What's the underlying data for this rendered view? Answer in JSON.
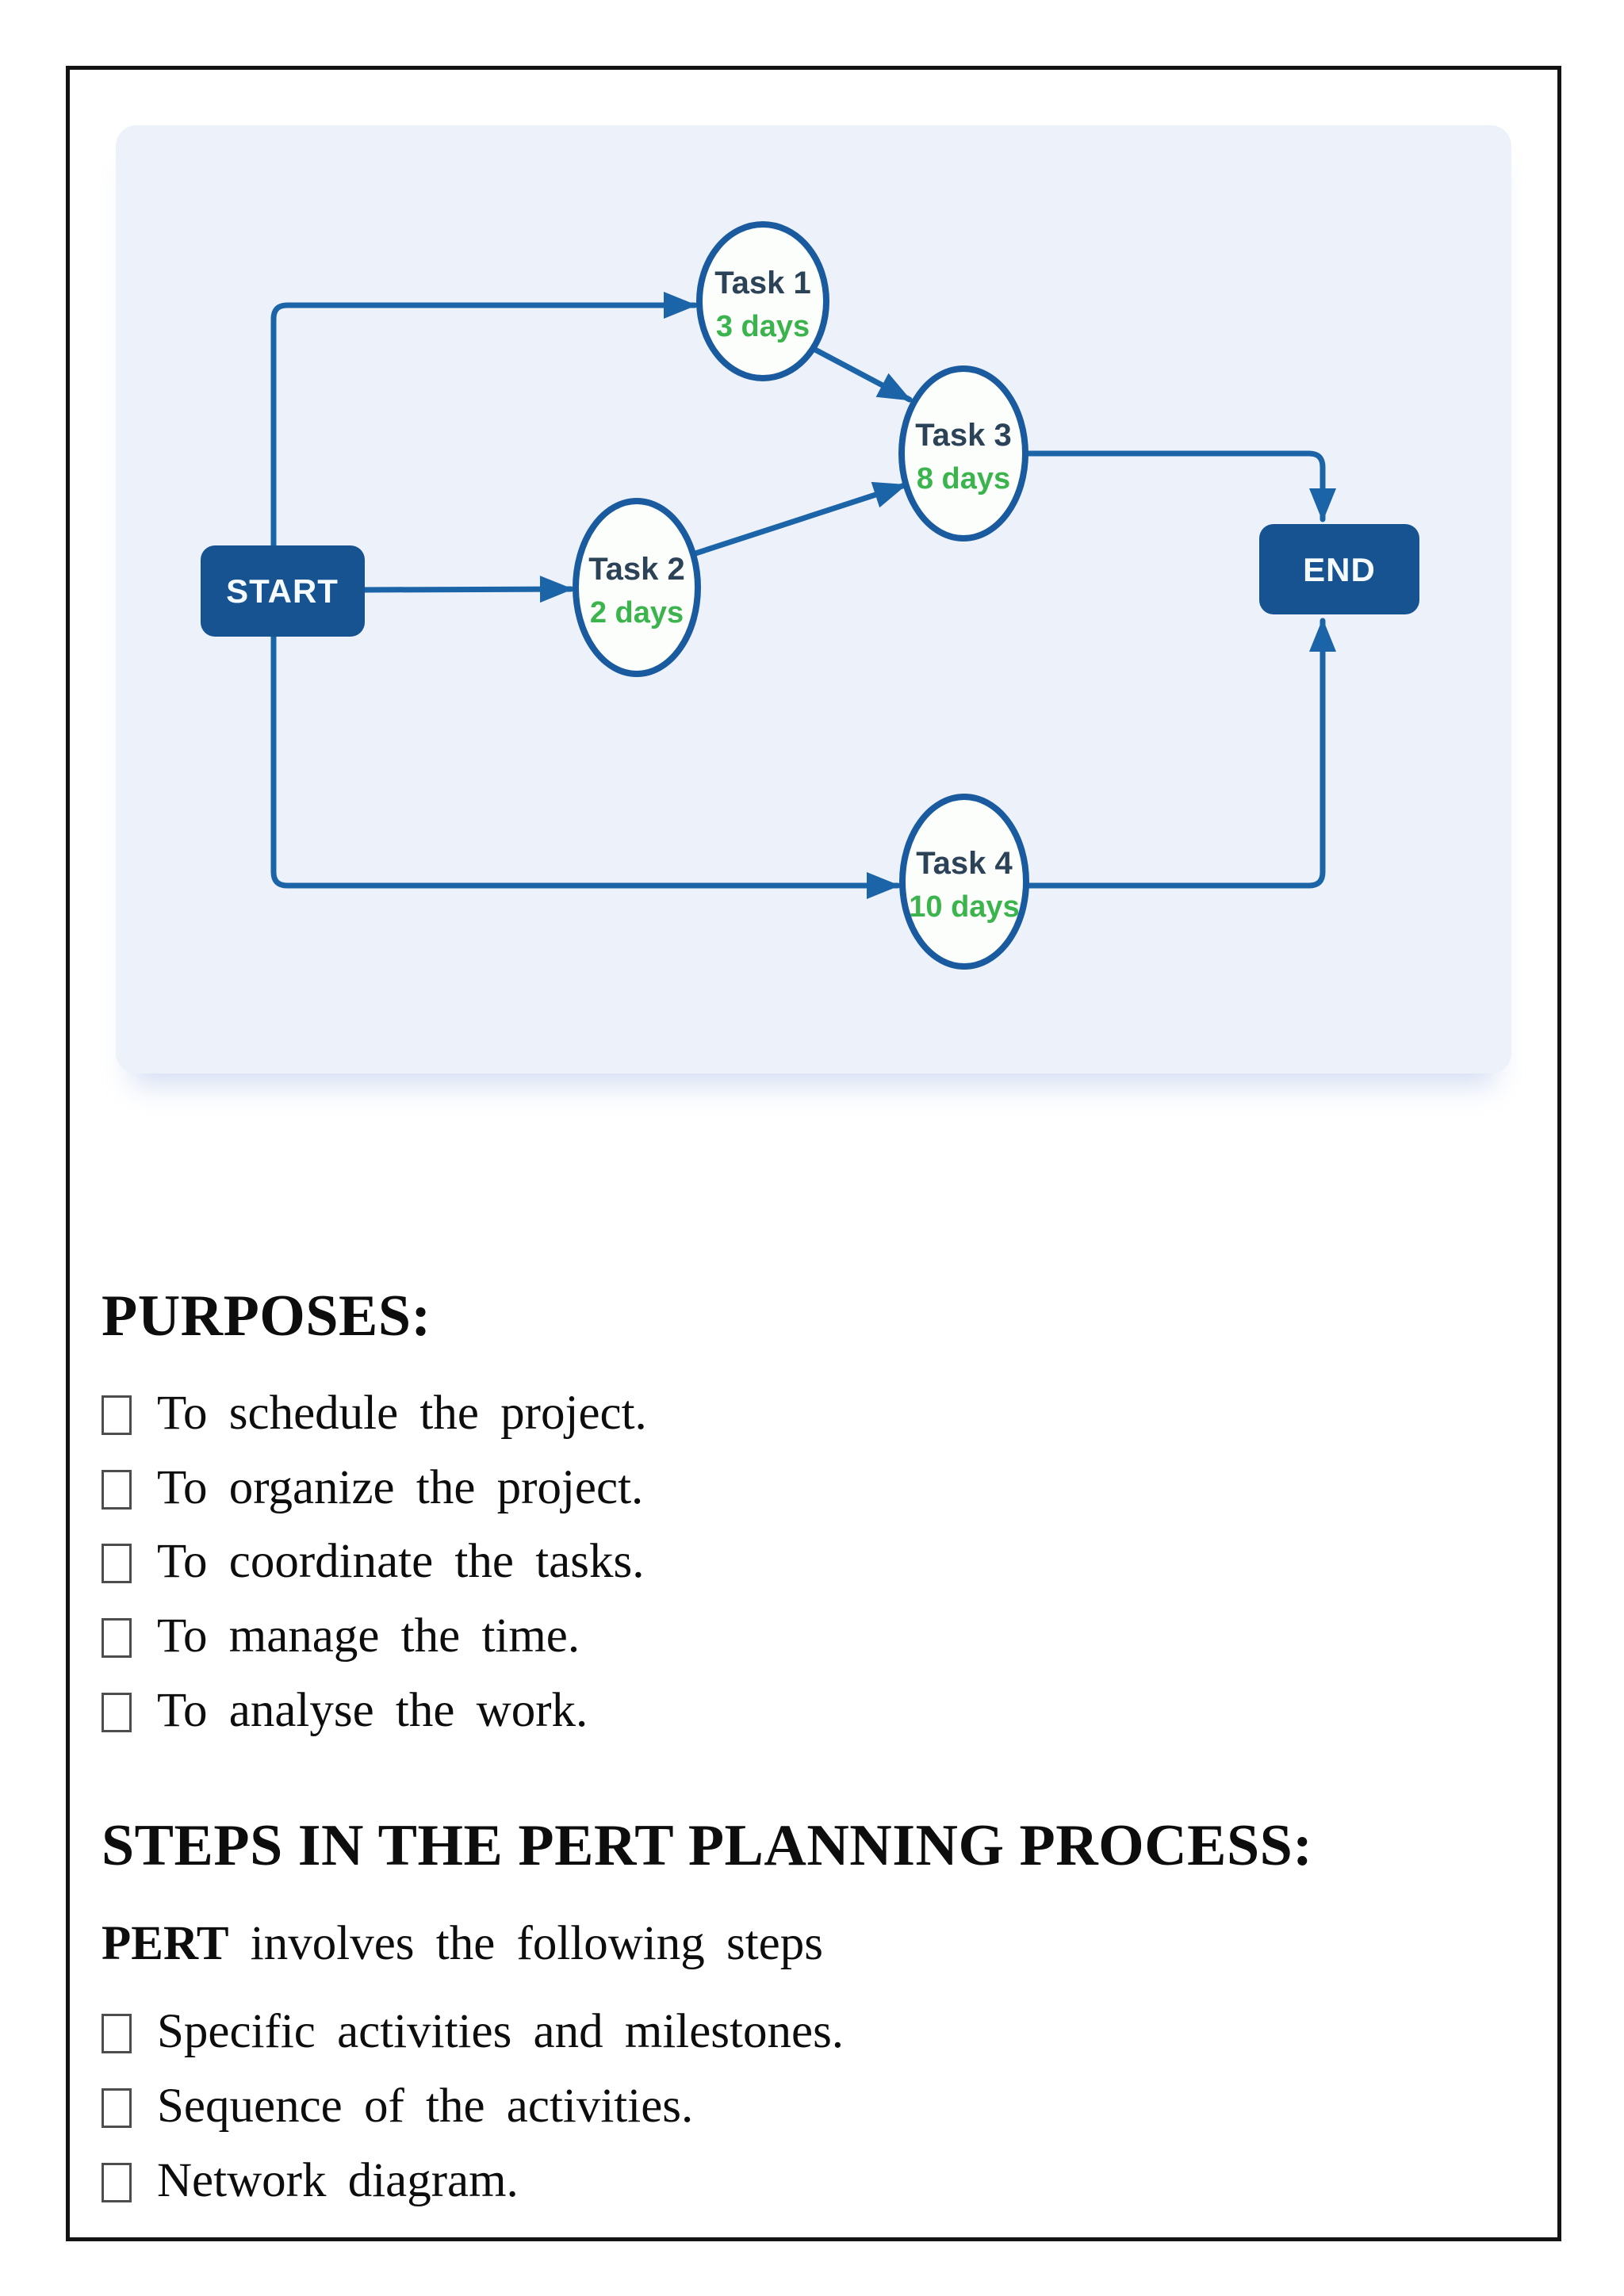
{
  "diagram": {
    "colors": {
      "panel_bg": "#edf2fa",
      "box_blue": "#175391",
      "line_blue": "#1b64a8",
      "circle_stroke": "#1a5a9f",
      "task_text_navy": "#2c4257",
      "duration_green": "#3cb44e"
    },
    "nodes": {
      "start": {
        "label": "START"
      },
      "task1": {
        "label": "Task 1",
        "duration": "3 days"
      },
      "task2": {
        "label": "Task 2",
        "duration": "2 days"
      },
      "task3": {
        "label": "Task 3",
        "duration": "8 days"
      },
      "task4": {
        "label": "Task 4",
        "duration": "10 days"
      },
      "end": {
        "label": "END"
      }
    },
    "edges": [
      {
        "from": "START",
        "to": "Task 1"
      },
      {
        "from": "START",
        "to": "Task 2"
      },
      {
        "from": "START",
        "to": "Task 4"
      },
      {
        "from": "Task 1",
        "to": "Task 3"
      },
      {
        "from": "Task 2",
        "to": "Task 3"
      },
      {
        "from": "Task 3",
        "to": "END"
      },
      {
        "from": "Task 4",
        "to": "END"
      }
    ]
  },
  "sections": {
    "purposes": {
      "heading": "PURPOSES:",
      "items": [
        "To schedule the project.",
        "To organize the project.",
        "To coordinate the tasks.",
        "To manage the time.",
        "To analyse the work."
      ]
    },
    "steps": {
      "heading": "STEPS IN THE PERT PLANNING PROCESS:",
      "intro_bold": "PERT",
      "intro_rest": " involves the following steps",
      "items": [
        "Specific activities and milestones.",
        "Sequence of the activities.",
        "Network diagram."
      ]
    }
  }
}
